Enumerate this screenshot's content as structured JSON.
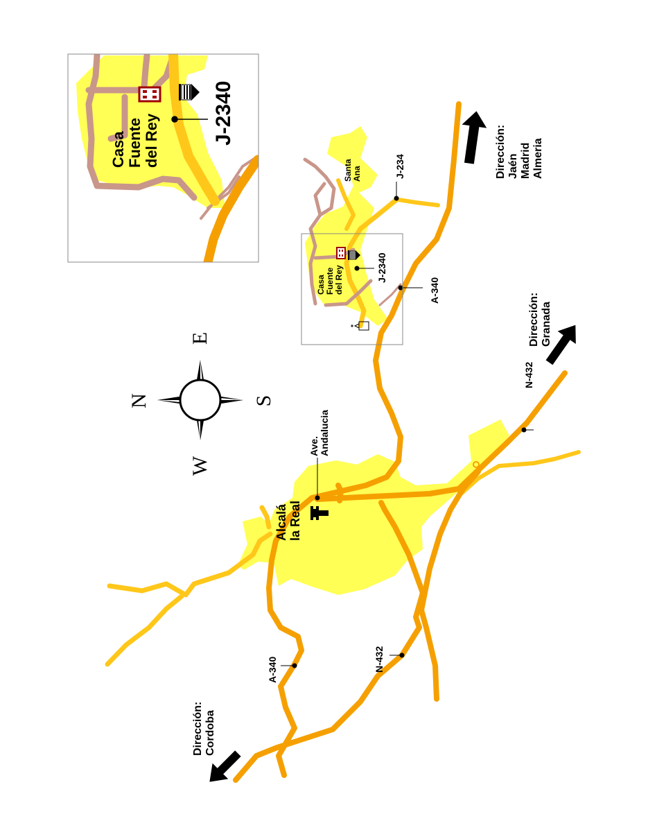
{
  "colors": {
    "town_fill": "#ffff55",
    "main_road": "#f5a000",
    "secondary_road": "#ffc71a",
    "local_road": "#c9968a",
    "inset_frame": "#888888",
    "building_red": "#a00000",
    "arrow": "#000000"
  },
  "compass": {
    "north": "N",
    "east": "E",
    "south": "S",
    "west": "W"
  },
  "towns": {
    "alcala": {
      "line1": "Alcalá",
      "line2": "la Real",
      "icon": "castle-tower-icon"
    },
    "santa_ana": {
      "line1": "Santa",
      "line2": "Ana"
    }
  },
  "streets": {
    "avenida": {
      "line1": "Ave.",
      "line2": "Andalucia"
    }
  },
  "roads": {
    "a340": "A-340",
    "n432": "N-432",
    "j2340": "J-2340",
    "j234": "J-234"
  },
  "place": {
    "line1": "Casa",
    "line2": "Fuente",
    "line3": "del Rey"
  },
  "directions": {
    "cordoba": {
      "line1": "Dirección:",
      "line2": "Cordoba"
    },
    "granada": {
      "line1": "Dirección:",
      "line2": "Granada"
    },
    "jaen": {
      "line1": "Dirección:",
      "line2": "Jaén",
      "line3": "Madrid",
      "line4": "Almeria"
    }
  },
  "icons": [
    "castle-tower-icon",
    "museum-icon",
    "hotel-building-icon",
    "church-icon"
  ]
}
